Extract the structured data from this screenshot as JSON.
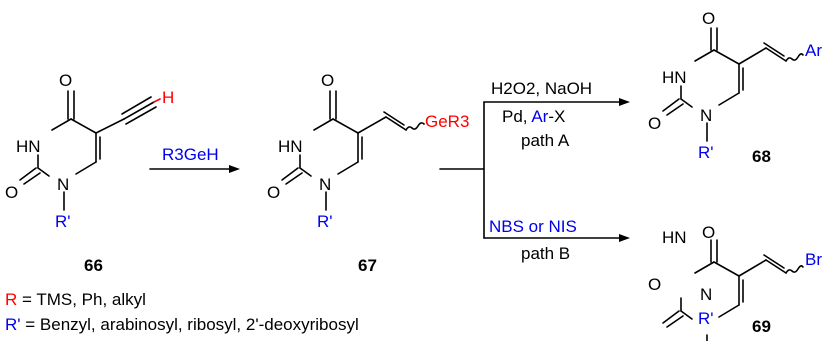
{
  "atoms": {
    "O": "O",
    "HN": "HN",
    "N": "N",
    "H": "H",
    "Rprime": "R'",
    "GeR3": "GeR3",
    "Ar": "Ar",
    "Br": "Br"
  },
  "compounds": {
    "c66": "66",
    "c67": "67",
    "c68": "68",
    "c69": "69"
  },
  "reagents": {
    "step1": "R3GeH",
    "pathA_line1": "H2O2, NaOH",
    "pathA_pd": "Pd, ",
    "pathA_arx_ar": "Ar",
    "pathA_arx_x": "-X",
    "pathA_label": "path A",
    "pathB_line1": "NBS or NIS",
    "pathB_label": "path B"
  },
  "legend": {
    "R_symbol": "R",
    "R_text": " = TMS, Ph, alkyl",
    "Rp_symbol": "R'",
    "Rp_text": " = Benzyl, arabinosyl, ribosyl, 2'-deoxyribosyl"
  },
  "colors": {
    "blue": "#0000ee",
    "red": "#ff0000",
    "black": "#000000"
  }
}
